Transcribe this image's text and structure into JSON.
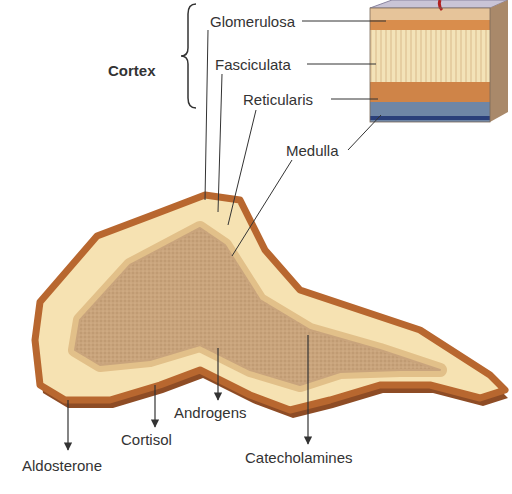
{
  "diagram": {
    "labels": [
      "Glomerulosa",
      "Cortex",
      "Fasciculata",
      "Reticularis",
      "Medulla",
      "Androgens",
      "Cortisol",
      "Catecholamines",
      "Aldosterone"
    ]
  }
}
